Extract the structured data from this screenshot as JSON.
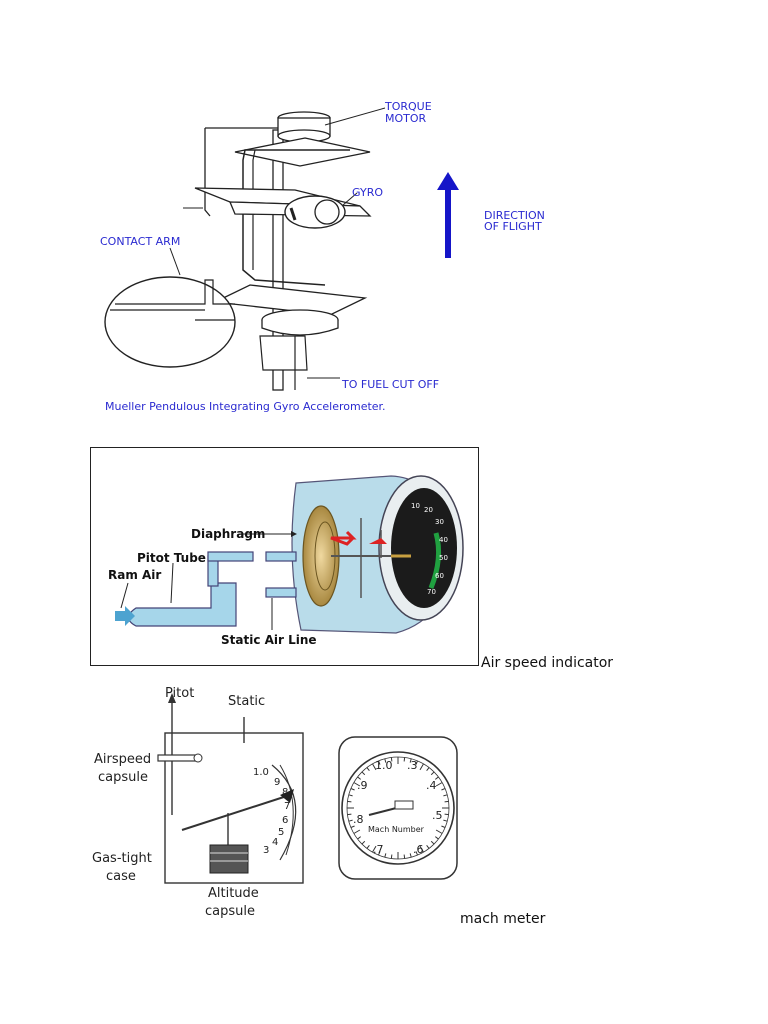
{
  "figure1": {
    "labels": {
      "torque_line1": "TORQUE",
      "torque_line2": "MOTOR",
      "gyro": "GYRO",
      "direction_line1": "DIRECTION",
      "direction_line2": "OF FLIGHT",
      "contact_arm": "CONTACT ARM",
      "fuel_cut": "TO FUEL CUT OFF"
    },
    "caption": "Mueller Pendulous Integrating Gyro Accelerometer."
  },
  "figure2": {
    "labels": {
      "diaphragm": "Diaphragm",
      "pitot_tube": "Pitot Tube",
      "ram_air": "Ram Air",
      "static_air_line": "Static Air Line"
    },
    "dial_numbers": [
      "10",
      "20",
      "30",
      "40",
      "50",
      "60",
      "70"
    ],
    "side_caption": "Air speed indicator"
  },
  "figure3": {
    "labels": {
      "pitot": "Pitot",
      "static": "Static",
      "airspeed_line1": "Airspeed",
      "airspeed_line2": "capsule",
      "gastight_line1": "Gas-tight",
      "gastight_line2": "case",
      "altitude_line1": "Altitude",
      "altitude_line2": "capsule"
    },
    "scale": [
      "1.0",
      "9",
      "8",
      "7",
      "6",
      "5",
      "4",
      "3"
    ],
    "gauge": {
      "numbers": [
        "1.0",
        ".3",
        ".9",
        ".4",
        ".8",
        ".5",
        ".7",
        ".6"
      ],
      "label": "Mach Number"
    },
    "side_caption": "mach meter"
  }
}
